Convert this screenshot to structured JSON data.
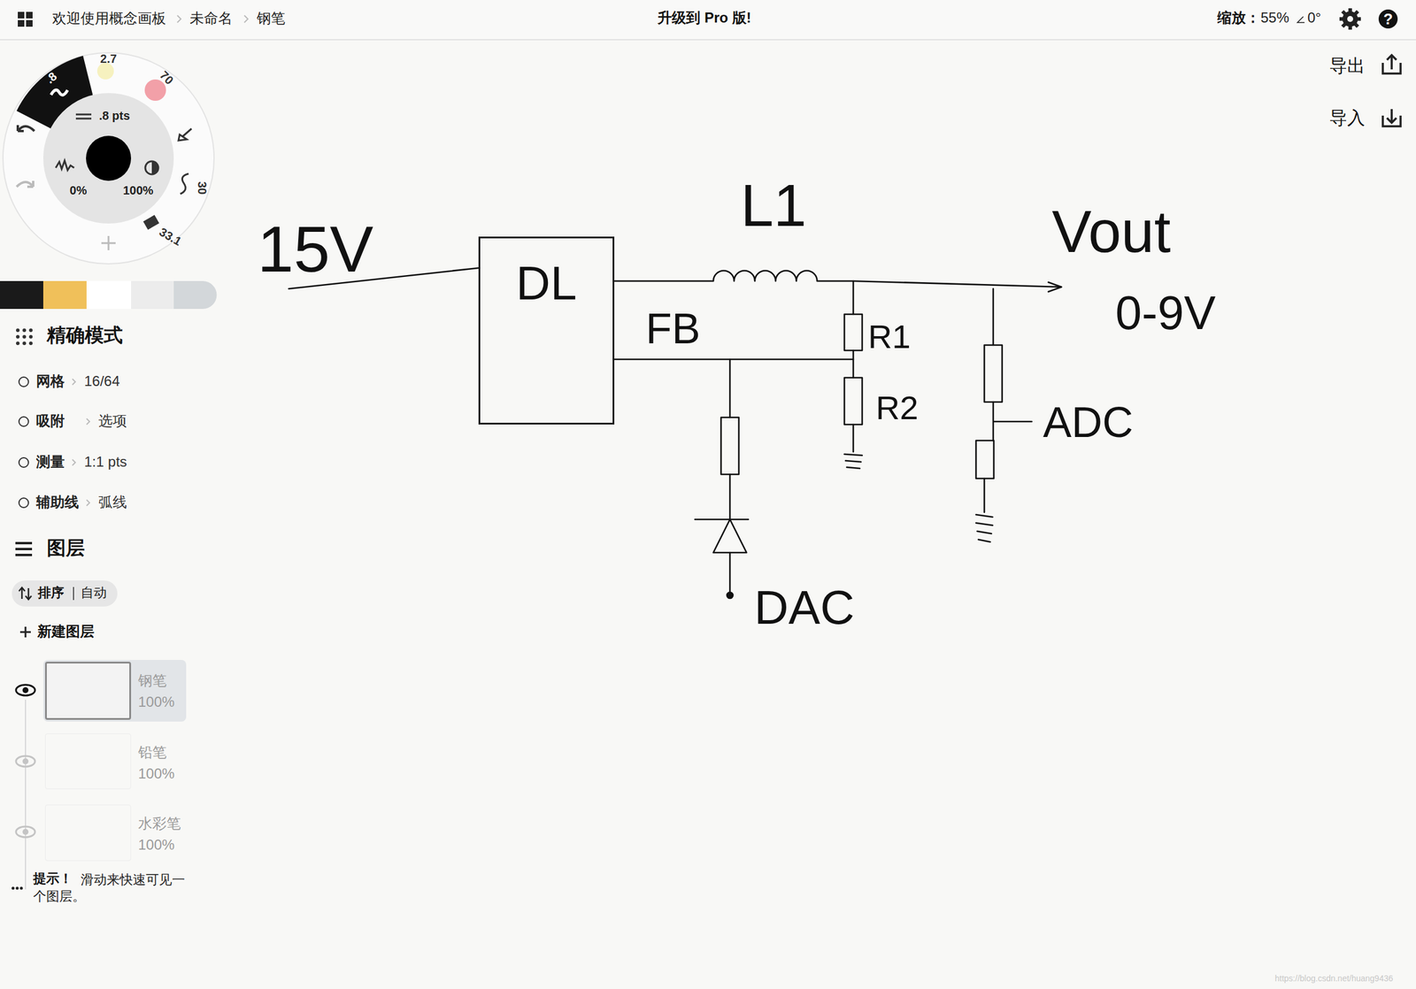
{
  "diagram": {
    "nodes": [
      {
        "text": [
          "DL"
        ]
      },
      {
        "text": [
          "钢笔",
          "100%"
        ]
      },
      {
        "text": [
          "铅笔",
          "100%"
        ]
      },
      {
        "text": [
          "水彩笔",
          "100%"
        ]
      }
    ],
    "labels": [
      "欢迎使用概念画板",
      "未命名",
      "钢笔",
      "升级到 Pro 版!",
      "缩放：",
      "55%",
      "0°",
      "导出",
      "导入",
      "2.7",
      "70",
      ".8",
      ".8 pts",
      "0%",
      "100%",
      "30",
      "33.1",
      "精确模式",
      "网格",
      "16/64",
      "吸附",
      "选项",
      "测量",
      "1:1 pts",
      "辅助线",
      "弧线",
      "图层",
      "排序",
      "自动",
      "新建图层",
      "提示！",
      "滑动来快速可见一个图层。",
      "15V",
      "L1",
      "Vout",
      "0-9V",
      "FB",
      "R1",
      "R2",
      "ADC",
      "DAC",
      "?",
      "https://blog.csdn.net/huang9436"
    ]
  }
}
